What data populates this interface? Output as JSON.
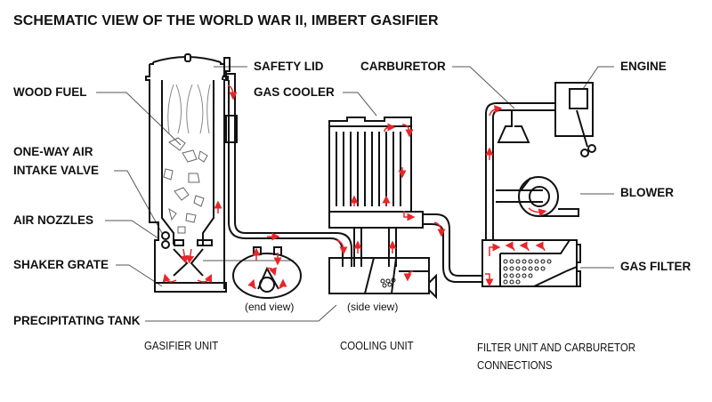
{
  "title": "SCHEMATIC VIEW OF THE WORLD WAR II, IMBERT GASIFIER",
  "colors": {
    "line": "#111111",
    "flow_arrow": "#e8262a",
    "leader": "#555555",
    "background": "#ffffff"
  },
  "labels": {
    "wood_fuel": "WOOD FUEL",
    "one_way_air_line1": "ONE-WAY AIR",
    "one_way_air_line2": "INTAKE VALVE",
    "air_nozzles": "AIR NOZZLES",
    "shaker_grate": "SHAKER GRATE",
    "precipitating_tank": "PRECIPITATING TANK",
    "safety_lid": "SAFETY LID",
    "gas_cooler": "GAS COOLER",
    "carburetor": "CARBURETOR",
    "engine": "ENGINE",
    "blower": "BLOWER",
    "gas_filter": "GAS FILTER"
  },
  "views": {
    "end": "(end view)",
    "side": "(side view)"
  },
  "sections": {
    "gasifier": "GASIFIER UNIT",
    "cooling": "COOLING UNIT",
    "filter_line1": "FILTER UNIT AND CARBURETOR",
    "filter_line2": "CONNECTIONS"
  }
}
